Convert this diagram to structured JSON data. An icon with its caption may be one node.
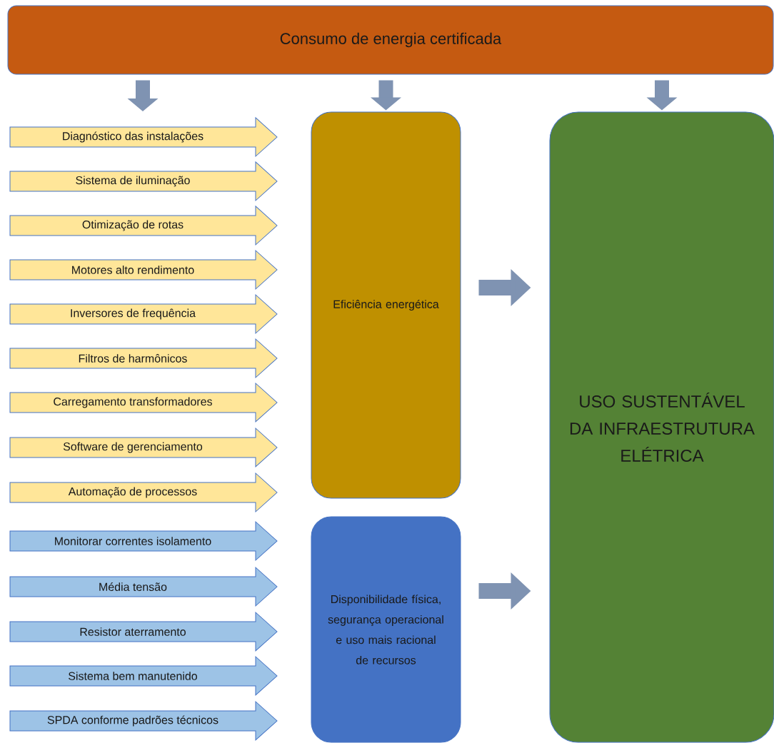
{
  "diagram": {
    "nodes": [
      {
        "text": [
          "Consumo de energia certificada"
        ]
      },
      {
        "text": [
          "Diagnóstico das instalações"
        ]
      },
      {
        "text": [
          "Sistema de iluminação"
        ]
      },
      {
        "text": [
          "Otimização de rotas"
        ]
      },
      {
        "text": [
          "Motores alto rendimento"
        ]
      },
      {
        "text": [
          "Inversores de frequência"
        ]
      },
      {
        "text": [
          "Filtros de harmônicos"
        ]
      },
      {
        "text": [
          "Carregamento transformadores"
        ]
      },
      {
        "text": [
          "Software de gerenciamento"
        ]
      },
      {
        "text": [
          "Automação de processos"
        ]
      },
      {
        "text": [
          "Monitorar correntes isolamento"
        ]
      },
      {
        "text": [
          "Média tensão"
        ]
      },
      {
        "text": [
          "Resistor aterramento"
        ]
      },
      {
        "text": [
          "Sistema bem manutenido"
        ]
      },
      {
        "text": [
          "SPDA conforme padrões técnicos"
        ]
      },
      {
        "text": [
          "Eficiência energética"
        ]
      },
      {
        "text": [
          "Disponibilidade física, segurança operacional e uso mais racional de recursos"
        ]
      },
      {
        "text": [
          "USO SUSTENTÁVEL DA INFRAESTRUTURA ELÉTRICA"
        ]
      }
    ],
    "edges": [
      {
        "from": 0,
        "to": null,
        "arrow": "to"
      },
      {
        "from": 0,
        "to": 15,
        "arrow": "to"
      },
      {
        "from": 0,
        "to": 17,
        "arrow": "to"
      },
      {
        "from": 15,
        "to": 17,
        "arrow": "to"
      },
      {
        "from": 16,
        "to": 17,
        "arrow": "to"
      }
    ]
  }
}
